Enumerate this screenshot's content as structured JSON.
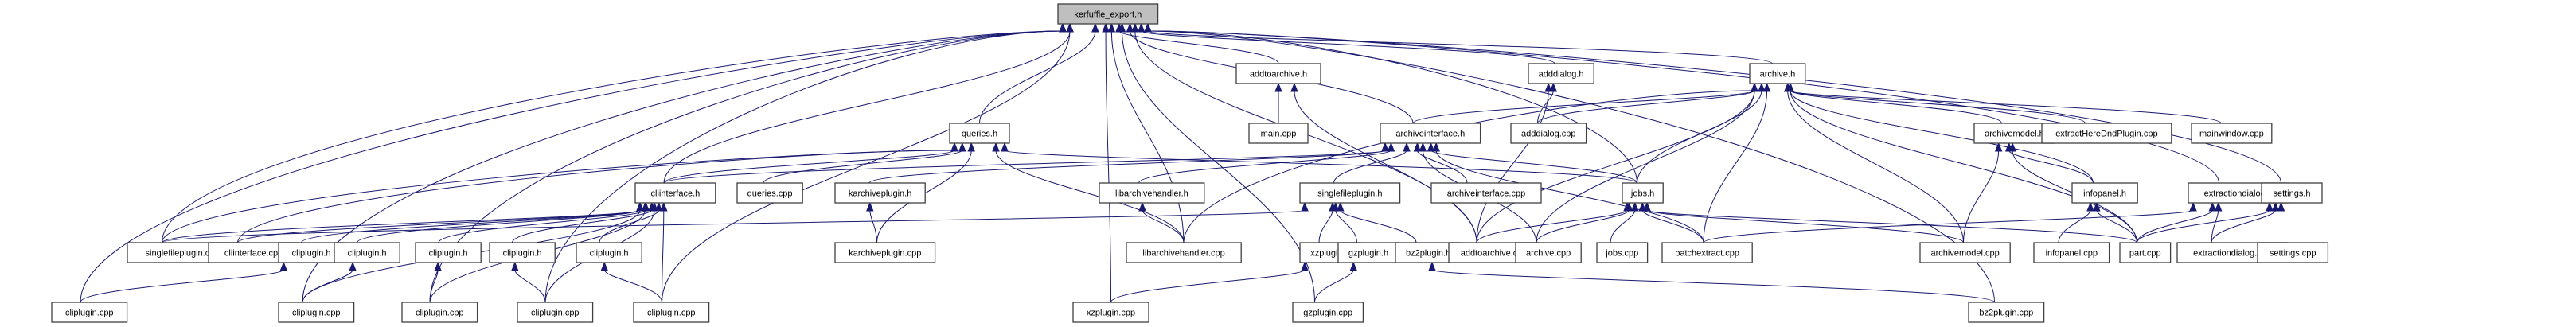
{
  "graph_title": "kerfuffle_export.h include dependency graph",
  "colors": {
    "edge": "#191970",
    "root_fill": "#bfbfbf",
    "node_fill": "#ffffff",
    "node_border": "#404040"
  },
  "nodes": [
    {
      "id": "n0",
      "label": "kerfuffle_export.h",
      "root": true
    },
    {
      "id": "n1",
      "label": "addtoarchive.h"
    },
    {
      "id": "n2",
      "label": "adddialog.h"
    },
    {
      "id": "n3",
      "label": "archive.h"
    },
    {
      "id": "n4",
      "label": "queries.h"
    },
    {
      "id": "n5",
      "label": "main.cpp"
    },
    {
      "id": "n6",
      "label": "archiveinterface.h"
    },
    {
      "id": "n7",
      "label": "adddialog.cpp"
    },
    {
      "id": "n8",
      "label": "archivemodel.h"
    },
    {
      "id": "n9",
      "label": "extractHereDndPlugin.cpp"
    },
    {
      "id": "n10",
      "label": "mainwindow.cpp"
    },
    {
      "id": "n11",
      "label": "cliinterface.h"
    },
    {
      "id": "n12",
      "label": "queries.cpp"
    },
    {
      "id": "n13",
      "label": "karchiveplugin.h"
    },
    {
      "id": "n14",
      "label": "libarchivehandler.h"
    },
    {
      "id": "n15",
      "label": "singlefileplugin.h"
    },
    {
      "id": "n16",
      "label": "archiveinterface.cpp"
    },
    {
      "id": "n17",
      "label": "jobs.h"
    },
    {
      "id": "n18",
      "label": "infopanel.h"
    },
    {
      "id": "n19",
      "label": "extractiondialog.h"
    },
    {
      "id": "n20",
      "label": "settings.h"
    },
    {
      "id": "n21",
      "label": "singlefileplugin.cpp"
    },
    {
      "id": "n22",
      "label": "cliinterface.cpp"
    },
    {
      "id": "n23",
      "label": "cliplugin.h"
    },
    {
      "id": "n24",
      "label": "cliplugin.h"
    },
    {
      "id": "n25",
      "label": "cliplugin.h"
    },
    {
      "id": "n26",
      "label": "cliplugin.h"
    },
    {
      "id": "n27",
      "label": "cliplugin.h"
    },
    {
      "id": "n28",
      "label": "karchiveplugin.cpp"
    },
    {
      "id": "n29",
      "label": "libarchivehandler.cpp"
    },
    {
      "id": "n30",
      "label": "xzplugin.h"
    },
    {
      "id": "n31",
      "label": "gzplugin.h"
    },
    {
      "id": "n32",
      "label": "bz2plugin.h"
    },
    {
      "id": "n33",
      "label": "addtoarchive.cpp"
    },
    {
      "id": "n34",
      "label": "archive.cpp"
    },
    {
      "id": "n35",
      "label": "jobs.cpp"
    },
    {
      "id": "n36",
      "label": "batchextract.cpp"
    },
    {
      "id": "n37",
      "label": "archivemodel.cpp"
    },
    {
      "id": "n38",
      "label": "infopanel.cpp"
    },
    {
      "id": "n39",
      "label": "part.cpp"
    },
    {
      "id": "n40",
      "label": "extractiondialog.cpp"
    },
    {
      "id": "n41",
      "label": "settings.cpp"
    },
    {
      "id": "n42",
      "label": "cliplugin.cpp"
    },
    {
      "id": "n43",
      "label": "cliplugin.cpp"
    },
    {
      "id": "n44",
      "label": "cliplugin.cpp"
    },
    {
      "id": "n45",
      "label": "cliplugin.cpp"
    },
    {
      "id": "n46",
      "label": "cliplugin.cpp"
    },
    {
      "id": "n47",
      "label": "xzplugin.cpp"
    },
    {
      "id": "n48",
      "label": "gzplugin.cpp"
    },
    {
      "id": "n49",
      "label": "bz2plugin.cpp"
    }
  ],
  "edges": [
    [
      "n1",
      "n0"
    ],
    [
      "n2",
      "n0"
    ],
    [
      "n3",
      "n0"
    ],
    [
      "n4",
      "n0"
    ],
    [
      "n6",
      "n0"
    ],
    [
      "n11",
      "n0"
    ],
    [
      "n17",
      "n0"
    ],
    [
      "n19",
      "n0"
    ],
    [
      "n20",
      "n0"
    ],
    [
      "n21",
      "n0"
    ],
    [
      "n29",
      "n0"
    ],
    [
      "n48",
      "n0"
    ],
    [
      "n47",
      "n0"
    ],
    [
      "n42",
      "n0"
    ],
    [
      "n43",
      "n0"
    ],
    [
      "n44",
      "n0"
    ],
    [
      "n45",
      "n0"
    ],
    [
      "n46",
      "n0"
    ],
    [
      "n49",
      "n0"
    ],
    [
      "n33",
      "n0"
    ],
    [
      "n5",
      "n1"
    ],
    [
      "n33",
      "n1"
    ],
    [
      "n7",
      "n2"
    ],
    [
      "n33",
      "n2"
    ],
    [
      "n6",
      "n3"
    ],
    [
      "n7",
      "n3"
    ],
    [
      "n8",
      "n3"
    ],
    [
      "n9",
      "n3"
    ],
    [
      "n10",
      "n3"
    ],
    [
      "n17",
      "n3"
    ],
    [
      "n18",
      "n3"
    ],
    [
      "n33",
      "n3"
    ],
    [
      "n34",
      "n3"
    ],
    [
      "n36",
      "n3"
    ],
    [
      "n37",
      "n3"
    ],
    [
      "n39",
      "n3"
    ],
    [
      "n29",
      "n3"
    ],
    [
      "n11",
      "n4"
    ],
    [
      "n12",
      "n4"
    ],
    [
      "n21",
      "n4"
    ],
    [
      "n22",
      "n4"
    ],
    [
      "n28",
      "n4"
    ],
    [
      "n29",
      "n4"
    ],
    [
      "n17",
      "n4"
    ],
    [
      "n11",
      "n6"
    ],
    [
      "n13",
      "n6"
    ],
    [
      "n14",
      "n6"
    ],
    [
      "n15",
      "n6"
    ],
    [
      "n16",
      "n6"
    ],
    [
      "n17",
      "n6"
    ],
    [
      "n34",
      "n6"
    ],
    [
      "n36",
      "n6"
    ],
    [
      "n37",
      "n8"
    ],
    [
      "n18",
      "n8"
    ],
    [
      "n39",
      "n8"
    ],
    [
      "n21",
      "n11"
    ],
    [
      "n22",
      "n11"
    ],
    [
      "n23",
      "n11"
    ],
    [
      "n24",
      "n11"
    ],
    [
      "n25",
      "n11"
    ],
    [
      "n26",
      "n11"
    ],
    [
      "n27",
      "n11"
    ],
    [
      "n43",
      "n11"
    ],
    [
      "n45",
      "n11"
    ],
    [
      "n44",
      "n11"
    ],
    [
      "n46",
      "n11"
    ],
    [
      "n28",
      "n13"
    ],
    [
      "n29",
      "n14"
    ],
    [
      "n21",
      "n15"
    ],
    [
      "n30",
      "n15"
    ],
    [
      "n31",
      "n15"
    ],
    [
      "n32",
      "n15"
    ],
    [
      "n33",
      "n17"
    ],
    [
      "n34",
      "n17"
    ],
    [
      "n35",
      "n17"
    ],
    [
      "n36",
      "n17"
    ],
    [
      "n37",
      "n17"
    ],
    [
      "n39",
      "n17"
    ],
    [
      "n38",
      "n18"
    ],
    [
      "n39",
      "n18"
    ],
    [
      "n36",
      "n19"
    ],
    [
      "n39",
      "n19"
    ],
    [
      "n40",
      "n19"
    ],
    [
      "n39",
      "n20"
    ],
    [
      "n40",
      "n20"
    ],
    [
      "n41",
      "n20"
    ],
    [
      "n42",
      "n23"
    ],
    [
      "n43",
      "n24"
    ],
    [
      "n44",
      "n25"
    ],
    [
      "n45",
      "n26"
    ],
    [
      "n46",
      "n27"
    ],
    [
      "n47",
      "n30"
    ],
    [
      "n48",
      "n31"
    ],
    [
      "n49",
      "n32"
    ]
  ]
}
